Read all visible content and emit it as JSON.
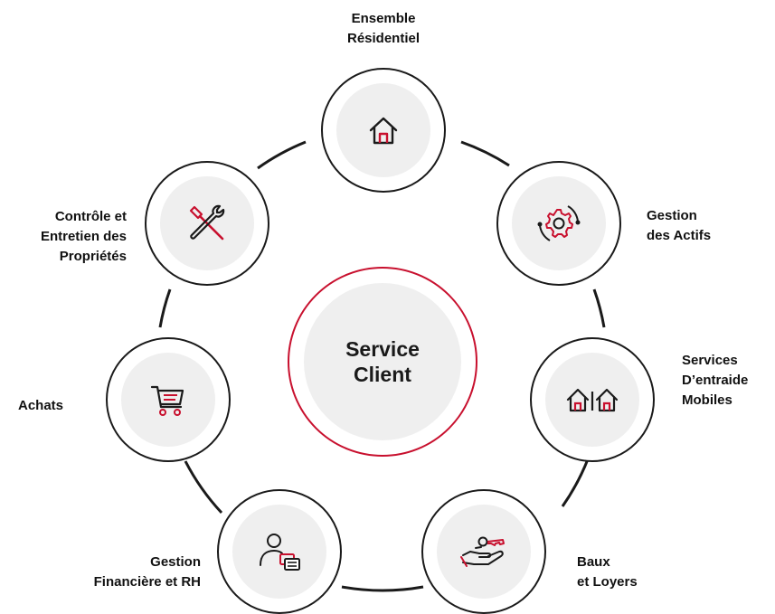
{
  "center": {
    "line1": "Service",
    "line2": "Client"
  },
  "nodes": [
    {
      "id": "ensemble",
      "icon": "house-icon",
      "label_lines": [
        "Ensemble",
        "Résidentiel"
      ]
    },
    {
      "id": "gestion-actifs",
      "icon": "gear-cycle-icon",
      "label_lines": [
        "Gestion",
        "des Actifs"
      ]
    },
    {
      "id": "services-entraide",
      "icon": "two-houses-icon",
      "label_lines": [
        "Services",
        "D’entraide",
        "Mobiles"
      ]
    },
    {
      "id": "baux-loyers",
      "icon": "hand-key-icon",
      "label_lines": [
        "Baux",
        "et Loyers"
      ]
    },
    {
      "id": "gestion-financiere",
      "icon": "person-documents-icon",
      "label_lines": [
        "Gestion",
        "Financière et RH"
      ]
    },
    {
      "id": "achats",
      "icon": "shopping-cart-icon",
      "label_lines": [
        "Achats"
      ]
    },
    {
      "id": "controle-entretien",
      "icon": "tools-icon",
      "label_lines": [
        "Contrôle et",
        "Entretien des",
        "Propriétés"
      ]
    }
  ],
  "colors": {
    "accent": "#c8102e",
    "stroke": "#1a1a1a",
    "inner_fill": "#efefef"
  }
}
